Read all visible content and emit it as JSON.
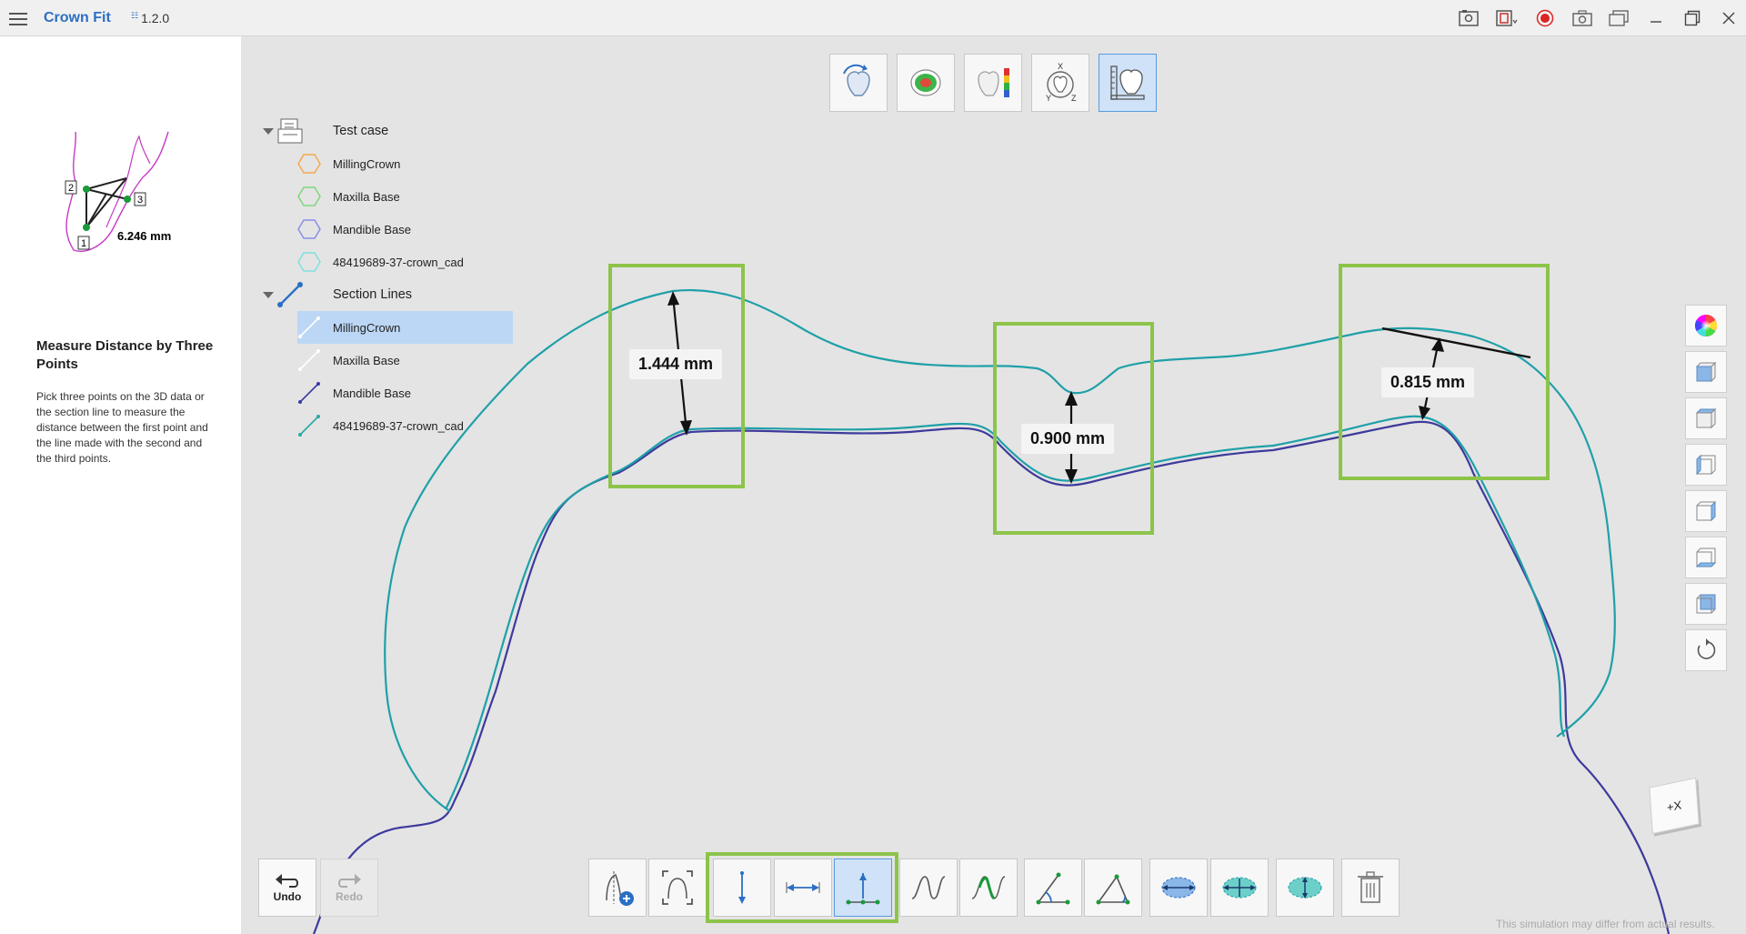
{
  "app": {
    "name": "Crown Fit",
    "version_badge": "☷",
    "version": "1.2.0"
  },
  "sidebar": {
    "illustration": {
      "point_labels": [
        "1",
        "2",
        "3"
      ],
      "distance": "6.246 mm"
    },
    "title": "Measure Distance by Three Points",
    "description": "Pick three points on the 3D data or the section line to measure the distance between the first point and the line made with the second and the third points."
  },
  "tree": {
    "group1": {
      "label": "Test case",
      "items": [
        {
          "label": "MillingCrown",
          "color": "#f4a84c"
        },
        {
          "label": "Maxilla Base",
          "color": "#7ed67e"
        },
        {
          "label": "Mandible Base",
          "color": "#8a8ee8"
        },
        {
          "label": "48419689-37-crown_cad",
          "color": "#7ee0e0"
        }
      ]
    },
    "group2": {
      "label": "Section Lines",
      "items": [
        {
          "label": "MillingCrown",
          "color": "#ffffff",
          "selected": true
        },
        {
          "label": "Maxilla Base",
          "color": "#ffffff"
        },
        {
          "label": "Mandible Base",
          "color": "#3b3ba0"
        },
        {
          "label": "48419689-37-crown_cad",
          "color": "#2aa8a8"
        }
      ]
    }
  },
  "measurements": [
    "1.444 mm",
    "0.900 mm",
    "0.815 mm"
  ],
  "actions": {
    "undo": "Undo",
    "redo": "Redo"
  },
  "cube_label": "+X",
  "disclaimer": "This simulation may differ from actual results.",
  "colors": {
    "accent": "#2a6fc4",
    "highlight_box": "#8cc44a",
    "cad_line": "#1fa0a8",
    "mandible_line": "#3d3a9c",
    "selection": "#bcd7f5"
  }
}
